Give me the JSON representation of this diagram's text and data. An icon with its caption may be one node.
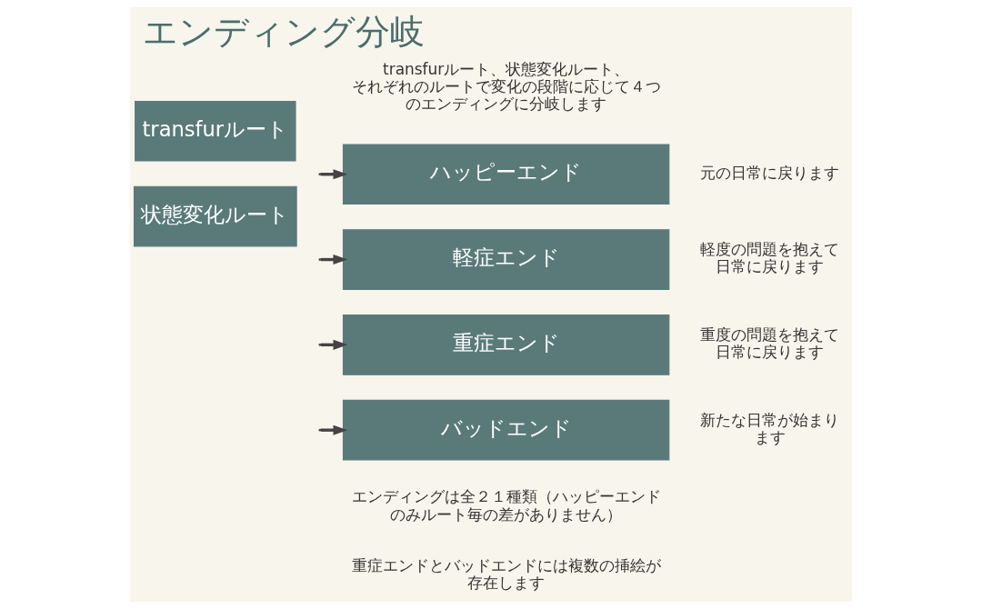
{
  "diagram": {
    "title": "エンディング分岐",
    "nodes": [
      {
        "text": [
          "transfurルート"
        ]
      },
      {
        "text": [
          "状態変化ルート"
        ]
      },
      {
        "text": [
          "ハッピーエンド"
        ],
        "beside": [
          "元の日常に戻ります"
        ]
      },
      {
        "text": [
          "軽症エンド"
        ],
        "beside": [
          "軽度の問題を抱えて日常に戻ります"
        ]
      },
      {
        "text": [
          "重症エンド"
        ],
        "beside": [
          "重度の問題を抱えて日常に戻ります"
        ]
      },
      {
        "text": [
          "バッドエンド"
        ],
        "beside": [
          "新たな日常が始まります"
        ]
      }
    ],
    "edges": [
      {
        "from": null,
        "to": 2,
        "arrow": "to"
      },
      {
        "from": null,
        "to": 3,
        "arrow": "to"
      },
      {
        "from": null,
        "to": 4,
        "arrow": "to"
      },
      {
        "from": null,
        "to": 5,
        "arrow": "to"
      }
    ],
    "labels": [
      "transfurルート、状態変化ルート、それぞれのルートで変化の段階に応じて４つのエンディングに分岐します",
      "エンディングは全２１種類（ハッピーエンドのみルート毎の差がありません）",
      "重症エンドとバッドエンドには複数の挿絵が存在します"
    ]
  }
}
